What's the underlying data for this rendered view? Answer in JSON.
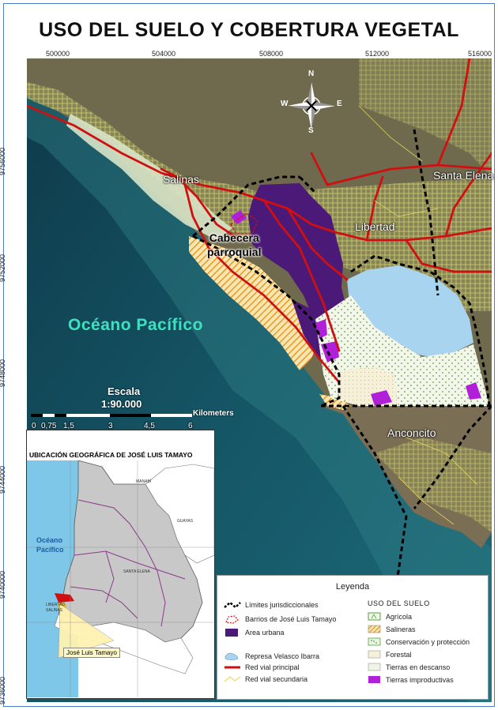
{
  "title": "USO DEL SUELO Y COBERTURA VEGETAL",
  "grid": {
    "x_ticks": [
      "500000",
      "504000",
      "508000",
      "512000",
      "516000"
    ],
    "y_ticks": [
      "9756000",
      "9752000",
      "9748000",
      "9744000",
      "9740000",
      "9736000"
    ]
  },
  "places": {
    "salinas": "Salinas",
    "santa_elena": "Santa Elena",
    "libertad": "Libertad",
    "anconcito": "Anconcito",
    "cabecera_1": "Cabecera",
    "cabecera_2": "parroquial",
    "ocean": "Océano Pacífico"
  },
  "compass": {
    "n": "N",
    "s": "S",
    "e": "E",
    "w": "W"
  },
  "scale": {
    "title": "Escala",
    "ratio": "1:90.000",
    "unit": "Kilometers",
    "ticks": [
      "0",
      "0,75",
      "1,5",
      "3",
      "4,5",
      "6"
    ]
  },
  "inset": {
    "title": "UBICACIÓN GEOGRÁFICA DE JOSÉ LUIS TAMAYO",
    "ocean_1": "Océano",
    "ocean_2": "Pacífico",
    "callout": "José Luis Tamayo",
    "labels": [
      "MANABÍ",
      "GUAYAS",
      "SANTA ELENA",
      "LIBERTAD",
      "SALINAS"
    ]
  },
  "legend": {
    "title": "Leyenda",
    "left_items": [
      {
        "label": "Límites jurisdiccionales",
        "icon": "dashed-black-line"
      },
      {
        "label": "Barrios de José Luis Tamayo",
        "icon": "red-dashed-polygon"
      },
      {
        "label": "Area urbana",
        "icon": "purple-fill",
        "color": "#4b1a78"
      },
      {
        "label": "Represa Velasco Ibarra",
        "icon": "blue-water",
        "color": "#a9d4ef"
      },
      {
        "label": "Red vial principal",
        "icon": "red-line",
        "color": "#d01010"
      },
      {
        "label": "Red vial secundaria",
        "icon": "yellow-line",
        "color": "#e8e060"
      }
    ],
    "section_title": "USO DEL SUELO",
    "right_items": [
      {
        "label": "Agrícola",
        "icon": "green-pattern",
        "color": "#9bd87a"
      },
      {
        "label": "Salineras",
        "icon": "orange-hatch",
        "color": "#f0a020"
      },
      {
        "label": "Conservación y protección",
        "icon": "green-dots",
        "color": "#7bc65a"
      },
      {
        "label": "Forestal",
        "icon": "pale-fill",
        "color": "#f4f0d8"
      },
      {
        "label": "Tierras en descanso",
        "icon": "light-fill",
        "color": "#e8f0e0"
      },
      {
        "label": "Tierras improductivas",
        "icon": "magenta-fill",
        "color": "#b020d8"
      }
    ]
  }
}
